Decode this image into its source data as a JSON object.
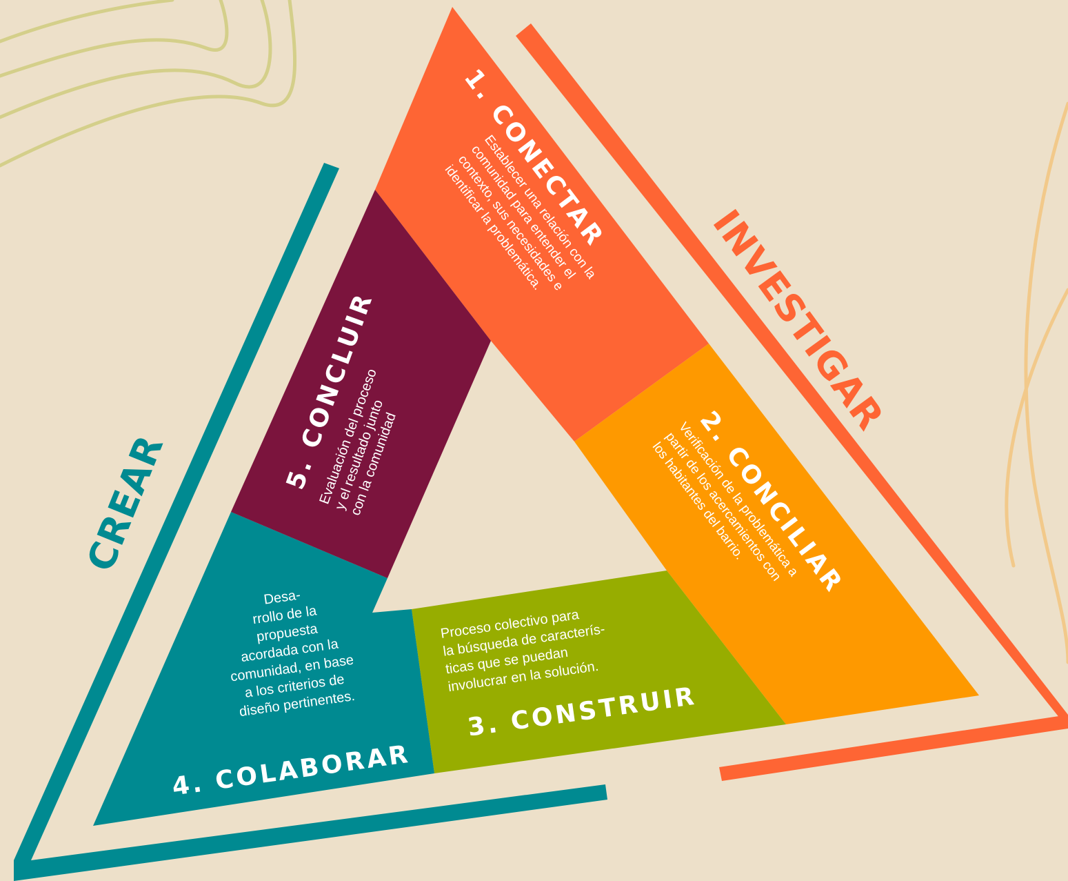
{
  "colors": {
    "background": "#ede0c9",
    "conectar": "#fe6534",
    "conciliar": "#fe9900",
    "construir": "#97ad00",
    "colaborar": "#008a91",
    "concluir": "#7b143d",
    "investigar": "#fe6534",
    "crear": "#008a91",
    "decor": "#d4cf8a",
    "decor_right": "#f2c98a"
  },
  "side_labels": {
    "investigar": "INVESTIGAR",
    "crear": "CREAR"
  },
  "steps": {
    "conectar": {
      "title": "1. CONECTAR",
      "lines": [
        "Establecer una relación con la",
        "comunidad para entender el",
        "contexto, sus necesidades e",
        "identificar la problemática."
      ]
    },
    "conciliar": {
      "title": "2. CONCILIAR",
      "lines": [
        "Verificación de la problemática a",
        "partir de los acercamientos con",
        "los habitantes del barrio."
      ]
    },
    "construir": {
      "title": "3. CONSTRUIR",
      "lines": [
        "Proceso colectivo para",
        "la búsqueda de caracterís-",
        "ticas que se puedan",
        "involucrar en la solución."
      ]
    },
    "colaborar": {
      "title": "4. COLABORAR",
      "lines": [
        "Desa-",
        "rrollo de la",
        "propuesta",
        "acordada con la",
        "comunidad, en base",
        "a los criterios de",
        "diseño pertinentes."
      ]
    },
    "concluir": {
      "title": "5. CONCLUIR",
      "lines": [
        "Evaluación del proceso",
        "y el resultado junto",
        "con la comunidad"
      ]
    }
  }
}
